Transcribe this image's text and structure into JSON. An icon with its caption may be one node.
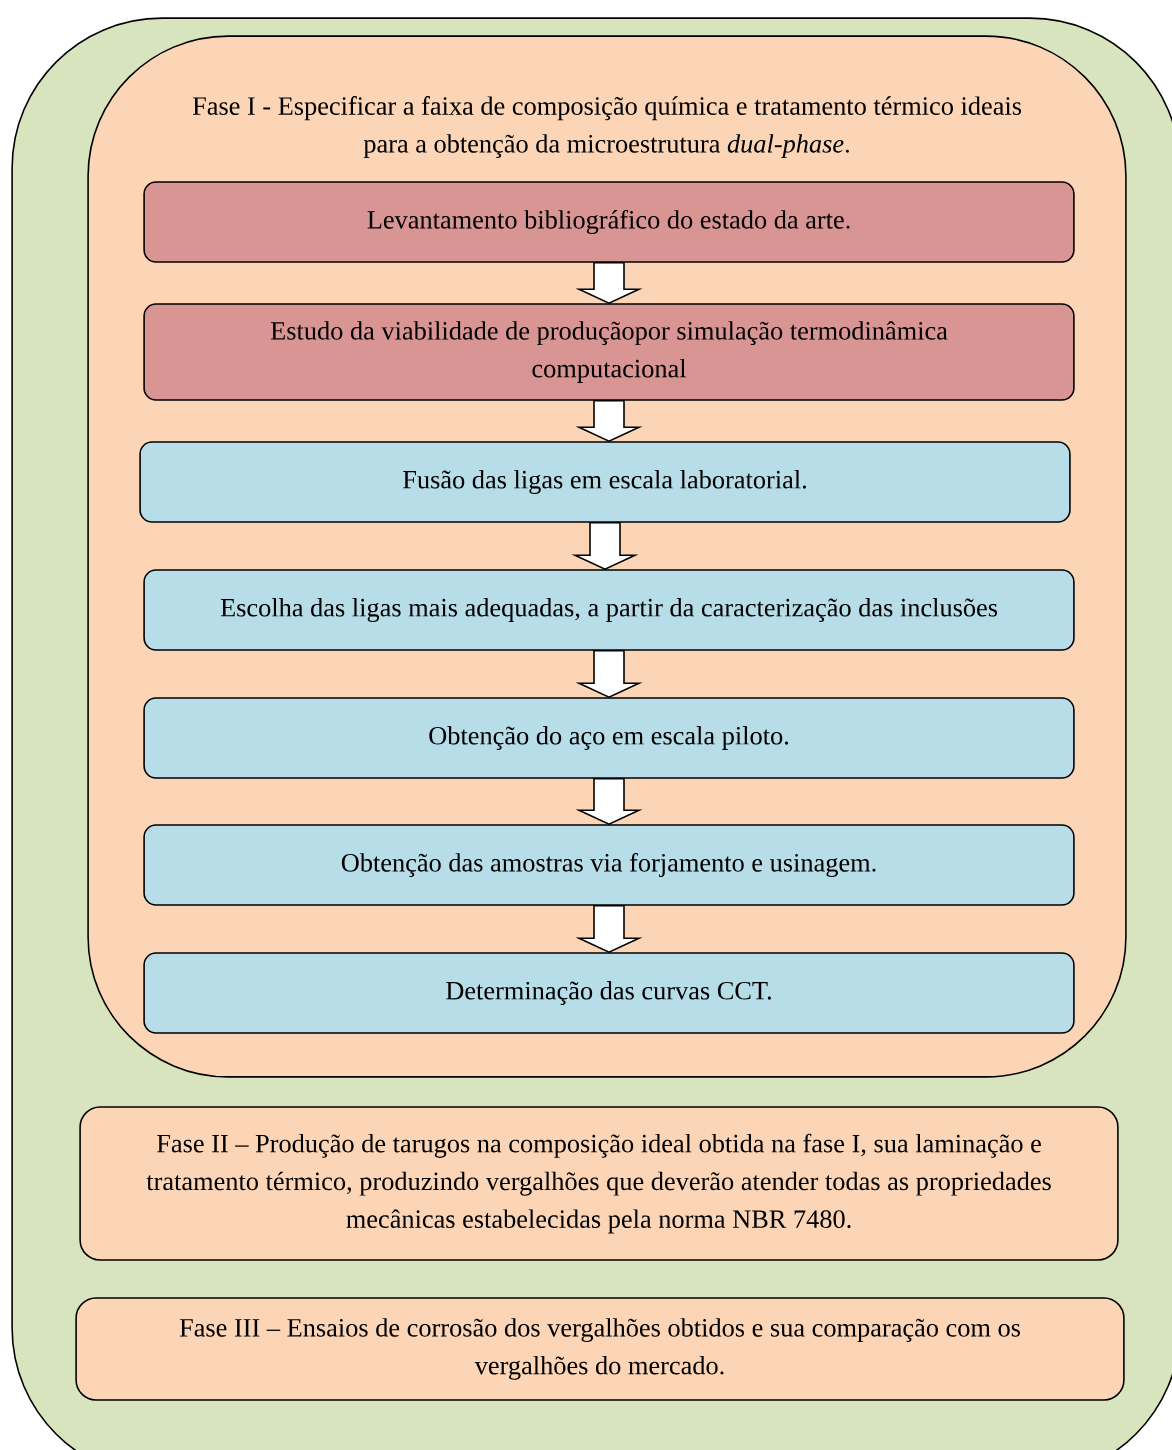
{
  "diagram": {
    "nodes": [
      {
        "text": [],
        "shape": "box"
      },
      {
        "text": [
          "Fase I - Especificar a faixa de composição química e tratamento térmico ideais para a obtenção da microestrutura *dual-phase*."
        ],
        "in": 0
      },
      {
        "text": [
          "Levantamento bibliográfico do estado da arte."
        ],
        "in": 1
      },
      {
        "text": [
          "Estudo da viabilidade de produçãopor simulação termodinâmica computacional"
        ],
        "in": 1
      },
      {
        "text": [
          "Fusão das ligas em escala laboratorial."
        ],
        "in": 1
      },
      {
        "text": [
          "Escolha das ligas mais adequadas, a partir da caracterização das inclusões"
        ],
        "in": 1
      },
      {
        "text": [
          "Obtenção do aço em escala piloto."
        ],
        "in": 1
      },
      {
        "text": [
          "Obtenção das amostras via forjamento e usinagem."
        ],
        "in": 1
      },
      {
        "text": [
          "Determinação das curvas CCT."
        ],
        "in": 1
      },
      {
        "text": [
          "Fase II – Produção de tarugos na composição ideal obtida na fase I, sua laminação e tratamento térmico, produzindo vergalhões que deverão atender todas as propriedades mecânicas estabelecidas pela norma NBR 7480."
        ],
        "in": 0
      },
      {
        "text": [
          "Fase III – Ensaios de corrosão dos vergalhões obtidos e sua comparação com os vergalhões do mercado."
        ],
        "in": 0
      }
    ],
    "edges": [
      {
        "from": 2,
        "to": 3,
        "arrow": "to"
      },
      {
        "from": 3,
        "to": 4,
        "arrow": "to"
      },
      {
        "from": 4,
        "to": 5,
        "arrow": "to"
      },
      {
        "from": 5,
        "to": 6,
        "arrow": "to"
      },
      {
        "from": 6,
        "to": 7,
        "arrow": "to"
      },
      {
        "from": 7,
        "to": 8,
        "arrow": "to"
      }
    ]
  }
}
